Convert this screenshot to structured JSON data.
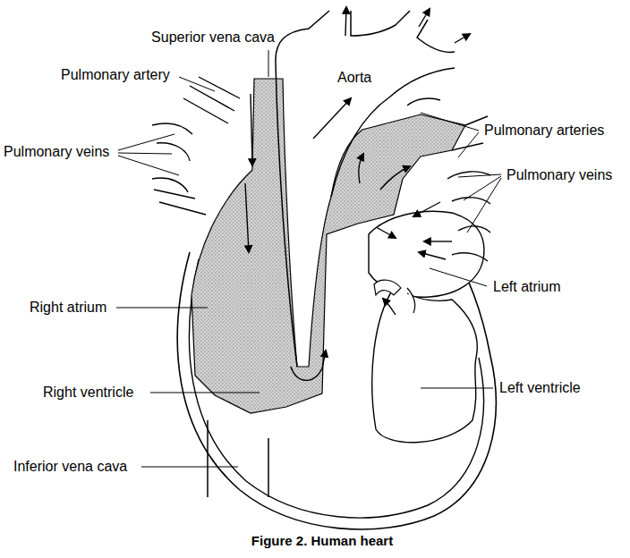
{
  "diagram": {
    "caption": "Figure 2. Human heart",
    "labels": [
      "Superior vena cava",
      "Pulmonary artery",
      "Aorta",
      "Pulmonary arteries",
      "Pulmonary veins",
      "Pulmonary veins",
      "Left atrium",
      "Right atrium",
      "Left ventricle",
      "Right ventricle",
      "Inferior vena cava"
    ]
  }
}
